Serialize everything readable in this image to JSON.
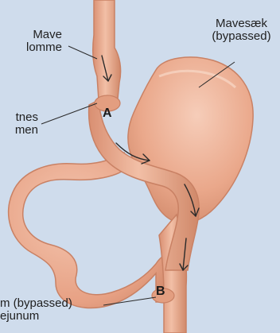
{
  "labels": {
    "mave_lomme_line1": "Mave",
    "mave_lomme_line2": "lomme",
    "mavesaek_line1": "Mavesæk",
    "mavesaek_line2": "(bypassed)",
    "tyndtarm_line1": "tnes",
    "tyndtarm_line2": "men",
    "duodenum_line1": "m (bypassed)",
    "duodenum_line2": "ejunum"
  },
  "markers": {
    "a": "A",
    "b": "B"
  },
  "colors": {
    "background": "#cfdcec",
    "organ_fill": "#e9a98d",
    "organ_shadow": "#c9836a",
    "organ_highlight": "#f6cdb9",
    "arrow": "#2a2a2a",
    "leader_line": "#2a2a2a"
  }
}
